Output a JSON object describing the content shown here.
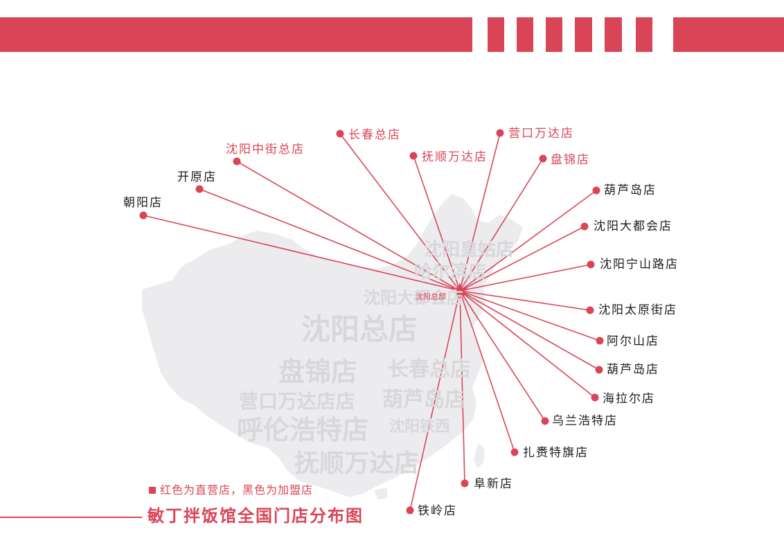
{
  "colors": {
    "accent": "#d94556",
    "franchise": "#1c1c1c",
    "map": "#ececef",
    "watermark": "#d8d8dc"
  },
  "header": {
    "band_count": 7
  },
  "hq": {
    "label": "沈阳总部"
  },
  "stores": [
    {
      "id": "changchun-zongdian",
      "name": "长春总店",
      "type": "direct"
    },
    {
      "id": "yingkou-wanda",
      "name": "营口万达店",
      "type": "direct"
    },
    {
      "id": "shenyang-zhongjie",
      "name": "沈阳中街总店",
      "type": "direct"
    },
    {
      "id": "fushun-wanda",
      "name": "抚顺万达店",
      "type": "direct"
    },
    {
      "id": "panjin",
      "name": "盘锦店",
      "type": "direct"
    },
    {
      "id": "kaiyuan",
      "name": "开原店",
      "type": "franchise"
    },
    {
      "id": "huludao-1",
      "name": "葫芦岛店",
      "type": "franchise"
    },
    {
      "id": "chaoyang",
      "name": "朝阳店",
      "type": "franchise"
    },
    {
      "id": "shenyang-dadouhui",
      "name": "沈阳大都会店",
      "type": "franchise"
    },
    {
      "id": "shenyang-ningshanlu",
      "name": "沈阳宁山路店",
      "type": "franchise"
    },
    {
      "id": "shenyang-taiyuanjie",
      "name": "沈阳太原街店",
      "type": "franchise"
    },
    {
      "id": "aershan",
      "name": "阿尔山店",
      "type": "franchise"
    },
    {
      "id": "huludao-2",
      "name": "葫芦岛店",
      "type": "franchise"
    },
    {
      "id": "hailaer",
      "name": "海拉尔店",
      "type": "franchise"
    },
    {
      "id": "wulanhaote",
      "name": "乌兰浩特店",
      "type": "franchise"
    },
    {
      "id": "zhalaite-qijian",
      "name": "扎赉特旗店",
      "type": "franchise"
    },
    {
      "id": "fuxin",
      "name": "阜新店",
      "type": "franchise"
    },
    {
      "id": "tieling",
      "name": "铁岭店",
      "type": "franchise"
    }
  ],
  "watermark_words": [
    "沈阳皇姑店",
    "哈尔滨店",
    "沈阳大都会店",
    "沈阳总店",
    "盘锦店",
    "长春总店",
    "营口万达店店",
    "葫芦岛店",
    "呼伦浩特店",
    "沈阳铁西",
    "抚顺万达店"
  ],
  "legend": {
    "text": "红色为直营店，黑色为加盟店"
  },
  "title": {
    "text": "敏丁拌饭馆全国门店分布图"
  }
}
